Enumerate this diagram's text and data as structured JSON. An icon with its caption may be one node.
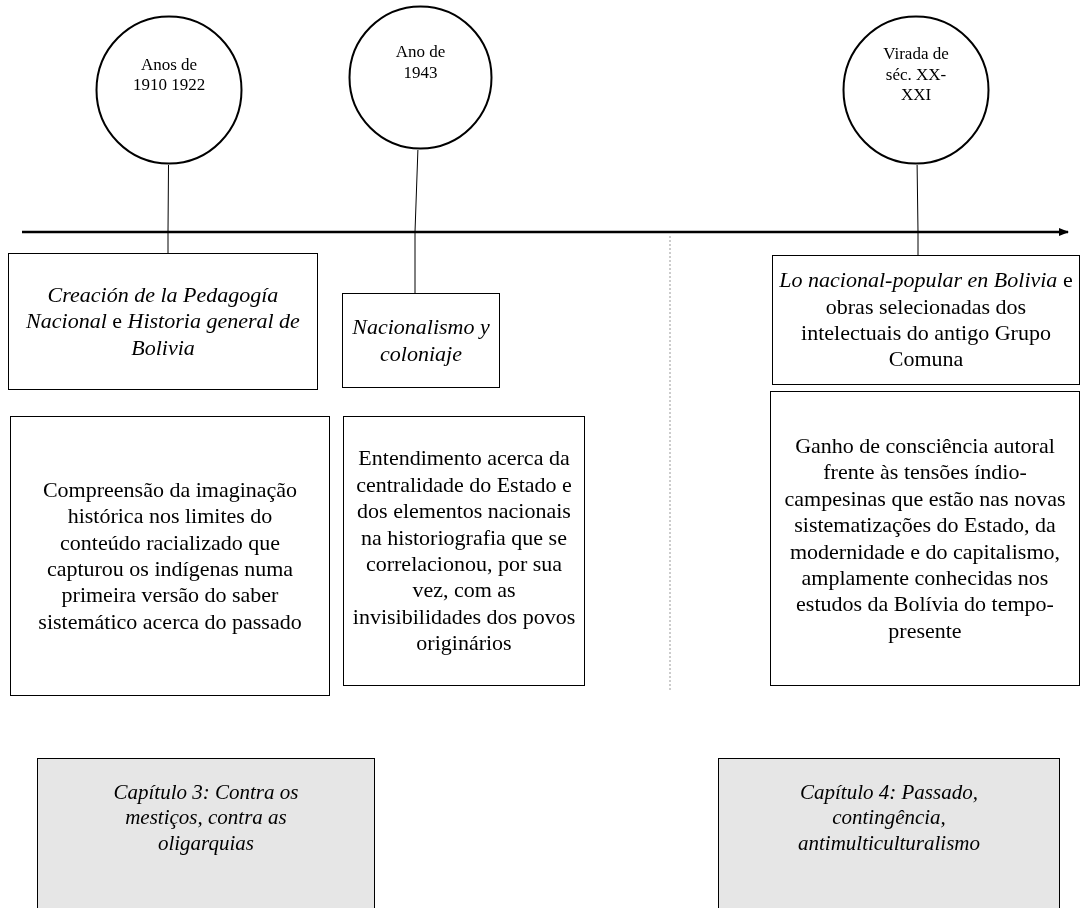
{
  "diagram": {
    "nodes": [
      {
        "text": [
          "Anos de 1910 1922"
        ]
      },
      {
        "text": [
          "Ano de 1943"
        ]
      },
      {
        "text": [
          "Virada de séc. XX-XXI"
        ]
      },
      {
        "text": [
          "*Creación de la Pedagogía Nacional* e *Historia general de Bolivia*"
        ]
      },
      {
        "text": [
          "Nacionalismo y coloniaje"
        ]
      },
      {
        "text": [
          "*Lo nacional-popular en Bolivia* e obras selecionadas dos intelectuais do antigo Grupo Comuna"
        ]
      },
      {
        "text": [
          "Compreensão da imaginação histórica nos limites do conteúdo racializado que capturou os indígenas numa primeira versão do saber sistemático acerca do passado"
        ]
      },
      {
        "text": [
          "Entendimento acerca da centralidade do Estado e dos elementos nacionais na historiografia que se correlacionou, por sua vez, com as invisibilidades dos povos originários"
        ]
      },
      {
        "text": [
          "Ganho de consciência autoral frente às tensões índio-campesinas que estão nas novas sistematizações do Estado, da modernidade e do capitalismo, amplamente conhecidas nos estudos da Bolívia do tempo-presente"
        ]
      },
      {
        "text": [
          "Capítulo 3: Contra os mestiços, contra as oligarquias"
        ]
      },
      {
        "text": [
          "Capítulo 4: Passado, contingência, antimulticulturalismo"
        ]
      }
    ],
    "edges": [
      {
        "from": 0,
        "to": 3,
        "arrow": "none"
      },
      {
        "from": 1,
        "to": 4,
        "arrow": "none"
      },
      {
        "from": 2,
        "to": 5,
        "arrow": "none"
      }
    ]
  }
}
